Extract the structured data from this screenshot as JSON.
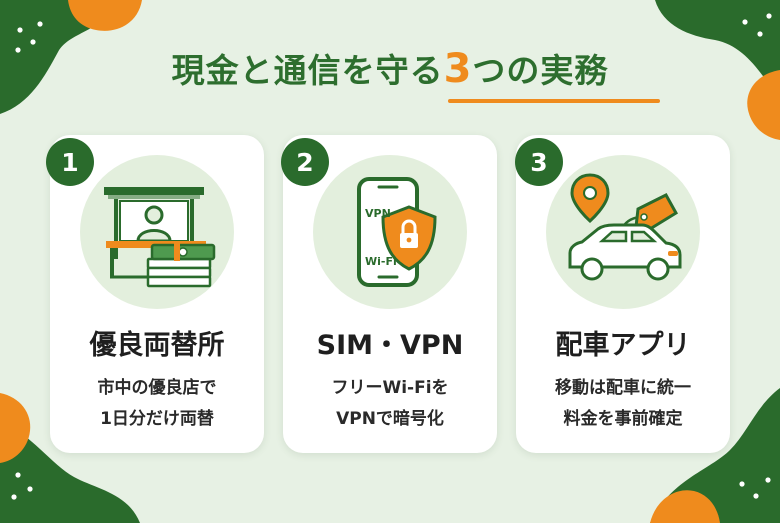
{
  "title": {
    "main": "現金と通信を守る",
    "number": "3",
    "suffix": "つの実務"
  },
  "colors": {
    "green_dark": "#2a6b2c",
    "orange": "#ef8b1d",
    "background": "#e7f1e4"
  },
  "cards": [
    {
      "number": "1",
      "icon": "money-exchange-booth-icon",
      "title": "優良両替所",
      "lines": [
        "市中の優良店で",
        "1日分だけ両替"
      ]
    },
    {
      "number": "2",
      "icon": "phone-vpn-shield-icon",
      "title": "SIM・VPN",
      "lines": [
        "フリーWi-Fiを",
        "VPNで暗号化"
      ],
      "icon_labels": {
        "vpn": "VPN",
        "wifi": "Wi-Fi"
      }
    },
    {
      "number": "3",
      "icon": "car-ride-app-icon",
      "title": "配車アプリ",
      "lines": [
        "移動は配車に統一",
        "料金を事前確定"
      ]
    }
  ]
}
